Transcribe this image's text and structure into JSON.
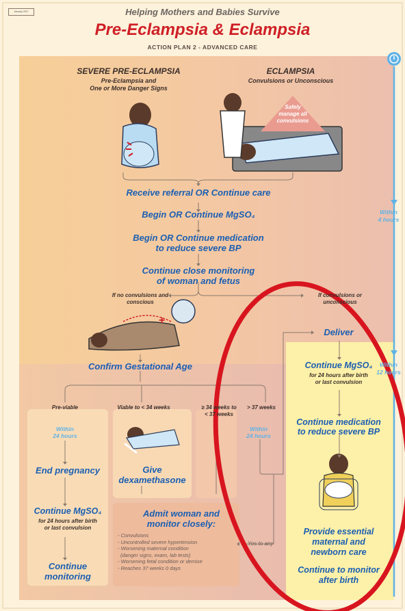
{
  "header": {
    "date_stamp": "January 2017",
    "series": "Helping Mothers and Babies Survive",
    "title": "Pre-Eclampsia & Eclampsia",
    "subtitle": "ACTION PLAN 2 - ADVANCED CARE"
  },
  "columns": {
    "severe": {
      "title": "SEVERE PRE-ECLAMPSIA",
      "sub1": "Pre-Eclampsia and",
      "sub2": "One or More Danger Signs"
    },
    "eclampsia": {
      "title": "ECLAMPSIA",
      "sub": "Convulsions or Unconscious",
      "triangle1": "Safely",
      "triangle2": "manage all",
      "triangle3": "convulsions"
    }
  },
  "steps": {
    "receive": "Receive referral OR Continue care",
    "begin_mgso4": "Begin OR Continue MgSO₄",
    "medication1": "Begin OR Continue medication",
    "medication2": "to reduce severe BP",
    "monitor1": "Continue close monitoring",
    "monitor2": "of woman and fetus"
  },
  "branch": {
    "left1": "If no convulsions and",
    "left2": "conscious",
    "right1": "If convulsions or",
    "right2": "unconscious"
  },
  "gestational": {
    "confirm": "Confirm Gestational Age"
  },
  "categories": {
    "previable": "Pre-viable",
    "viable": "Viable to < 34 weeks",
    "range1": "≥ 34 weeks to",
    "range2": "< 37 weeks",
    "over37": "> 37 weeks"
  },
  "within": {
    "word": "Within",
    "h24": "24 hours",
    "h4": "4 hours",
    "h12": "12 hours"
  },
  "left_path": {
    "end_pregnancy": "End pregnancy",
    "mgso4": "Continue MgSO₄",
    "mgso4_note1": "for 24 hours after birth",
    "mgso4_note2": "or last convulsion",
    "cont1": "Continue",
    "cont2": "monitoring"
  },
  "middle_path": {
    "give1": "Give",
    "give2": "dexamethasone",
    "admit1": "Admit woman and",
    "admit2": "monitor closely:",
    "list": [
      "- Convulsions",
      "- Uncontrolled severe hypertension",
      "- Worsening maternal condition",
      "(danger signs, exam, lab tests)",
      "- Worsening fetal condition or demise",
      "- Reaches 37 weeks 0 days"
    ],
    "yes": "Yes to any"
  },
  "right_path": {
    "deliver": "Deliver",
    "mgso4": "Continue MgSO₄",
    "mgso4_note1": "for 24 hours after birth",
    "mgso4_note2": "or last convulsion",
    "med1": "Continue medication",
    "med2": "to reduce severe BP",
    "care1": "Provide essential",
    "care2": "maternal and",
    "care3": "newborn care",
    "mon1": "Continue to monitor",
    "mon2": "after birth"
  },
  "colors": {
    "background": "#fdf2dc",
    "orange_panel": "#f7d3a0",
    "rose_panel": "#ecc2a8",
    "yellow_panel": "#fdf0a8",
    "title_red": "#cf1f26",
    "action_blue": "#1b5fb2",
    "timeline_blue": "#5fb2e6",
    "highlight_ring": "#d8151f"
  }
}
